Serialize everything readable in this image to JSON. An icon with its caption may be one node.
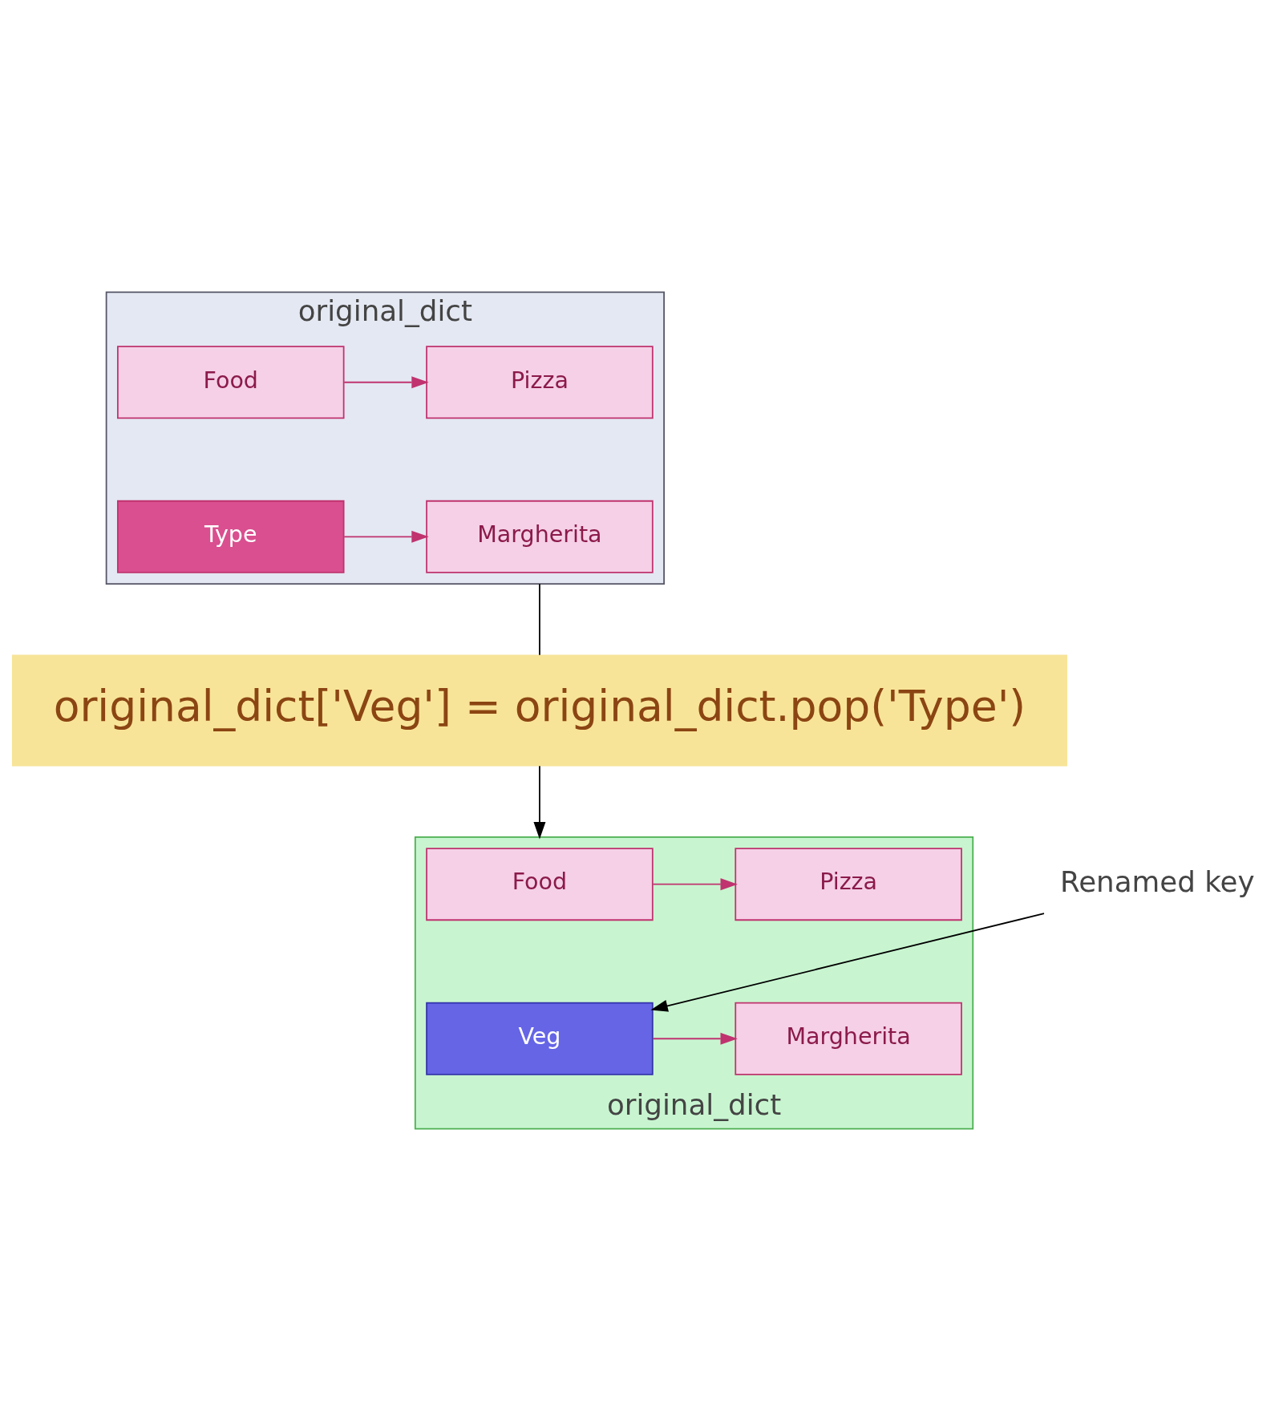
{
  "diagram": {
    "nodes": [
      {
        "text": [
          "original_dict"
        ]
      },
      {
        "text": [
          "Food"
        ],
        "in": 0
      },
      {
        "text": [
          "Pizza"
        ],
        "in": 0
      },
      {
        "text": [
          "Type"
        ],
        "in": 0
      },
      {
        "text": [
          "Margherita"
        ],
        "in": 0
      },
      {
        "text": [
          "original_dict['Veg'] = original_dict.pop('Type')"
        ]
      },
      {
        "text": [
          "original_dict"
        ]
      },
      {
        "text": [
          "Food"
        ],
        "in": 6
      },
      {
        "text": [
          "Pizza"
        ],
        "in": 6
      },
      {
        "text": [
          "Veg"
        ],
        "in": 6
      },
      {
        "text": [
          "Margherita"
        ],
        "in": 6
      },
      {
        "text": [
          "Renamed key"
        ]
      }
    ],
    "edges": [
      {
        "from": 1,
        "to": 2,
        "arrow": "to"
      },
      {
        "from": 3,
        "to": 4,
        "arrow": "to"
      },
      {
        "from": 0,
        "to": 5,
        "arrow": "none",
        "color": "#000000"
      },
      {
        "from": 5,
        "to": 6,
        "arrow": "to",
        "color": "#000000"
      },
      {
        "from": 7,
        "to": 8,
        "arrow": "to"
      },
      {
        "from": 9,
        "to": 10,
        "arrow": "to"
      },
      {
        "from": 11,
        "to": 9,
        "arrow": "to",
        "color": "#000000"
      }
    ]
  }
}
